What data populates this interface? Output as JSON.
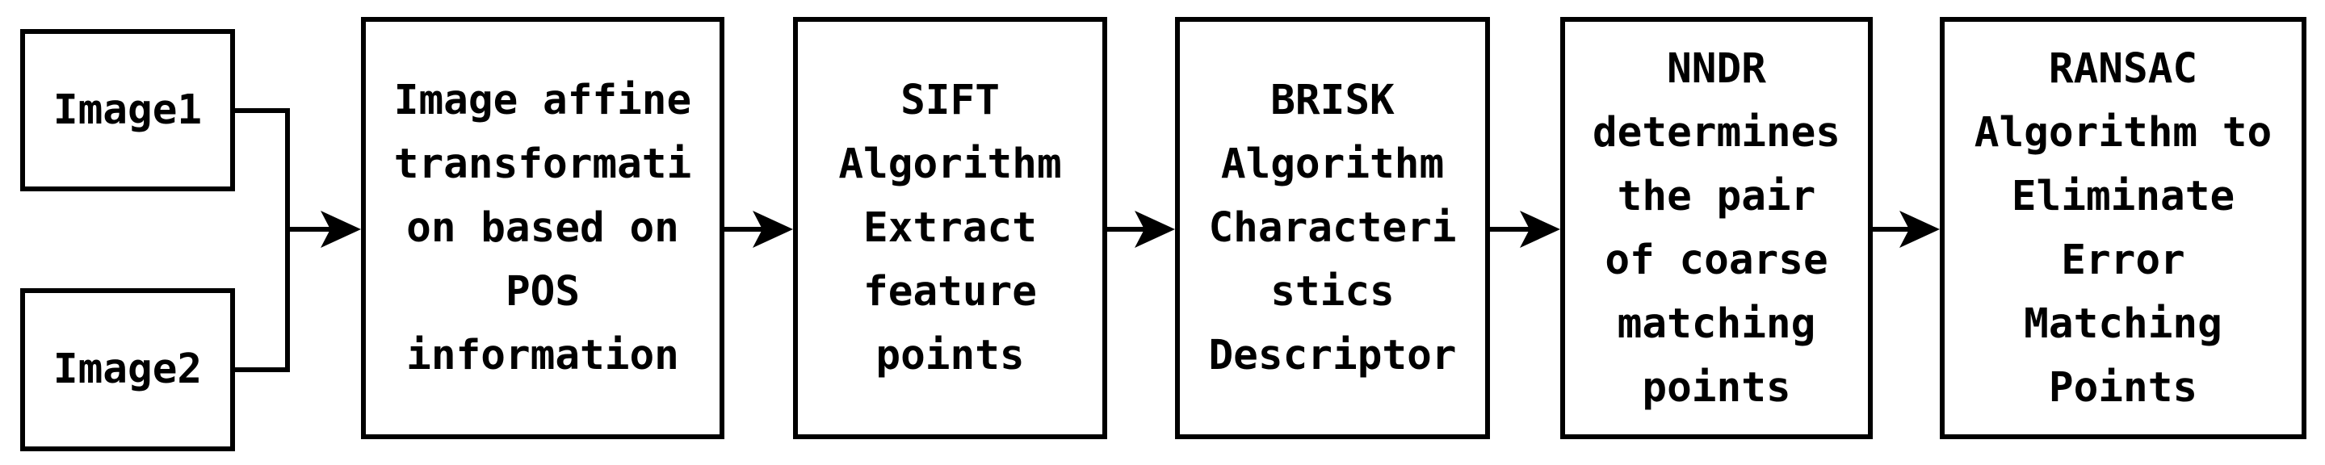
{
  "diagram": {
    "type": "flowchart",
    "background_color": "#ffffff",
    "line_color": "#000000",
    "nodes": {
      "image1": {
        "label": "Image1"
      },
      "image2": {
        "label": "Image2"
      },
      "affine": {
        "label": "Image affine\ntransformati\non based on\nPOS\ninformation"
      },
      "sift": {
        "label": "SIFT\nAlgorithm\nExtract\nfeature\npoints"
      },
      "brisk": {
        "label": "BRISK\nAlgorithm\nCharacteri\nstics\nDescriptor"
      },
      "nndr": {
        "label": "NNDR\ndetermines\nthe pair\nof coarse\nmatching\npoints"
      },
      "ransac": {
        "label": "RANSAC\nAlgorithm to\nEliminate\nError\nMatching\nPoints"
      }
    },
    "edges": [
      {
        "from": "image1",
        "to": "affine"
      },
      {
        "from": "image2",
        "to": "affine"
      },
      {
        "from": "affine",
        "to": "sift"
      },
      {
        "from": "sift",
        "to": "brisk"
      },
      {
        "from": "brisk",
        "to": "nndr"
      },
      {
        "from": "nndr",
        "to": "ransac"
      }
    ]
  }
}
